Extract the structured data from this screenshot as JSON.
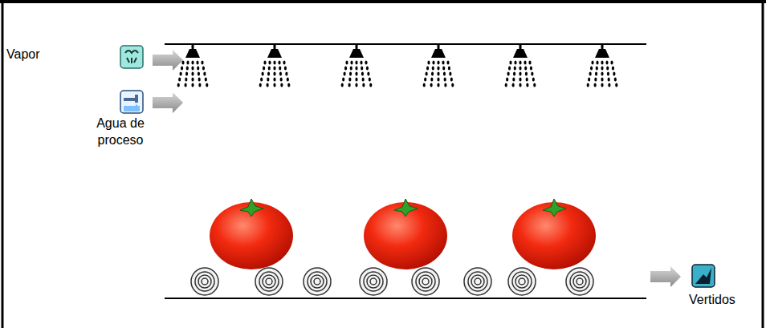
{
  "diagram": {
    "labels": [
      "Vapor",
      "Agua de proceso",
      "Vertidos"
    ]
  }
}
